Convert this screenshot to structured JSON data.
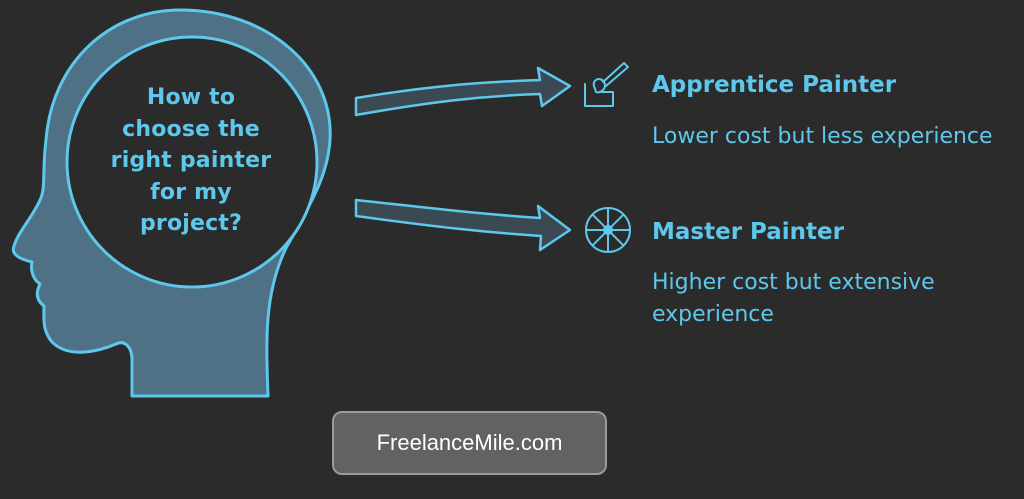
{
  "question": {
    "lines": [
      "How to",
      "choose the",
      "right painter",
      "for my",
      "project?"
    ]
  },
  "options": [
    {
      "title": "Apprentice Painter",
      "description": "Lower cost but less experience",
      "icon": "paint-brush-icon"
    },
    {
      "title": "Master Painter",
      "description": "Higher cost but extensive experience",
      "icon": "palette-wheel-icon"
    }
  ],
  "watermark": {
    "text": "FreelanceMile.com"
  },
  "colors": {
    "background": "#2b2b2b",
    "accent": "#5ec8ec",
    "head_fill": "#4f7186"
  }
}
